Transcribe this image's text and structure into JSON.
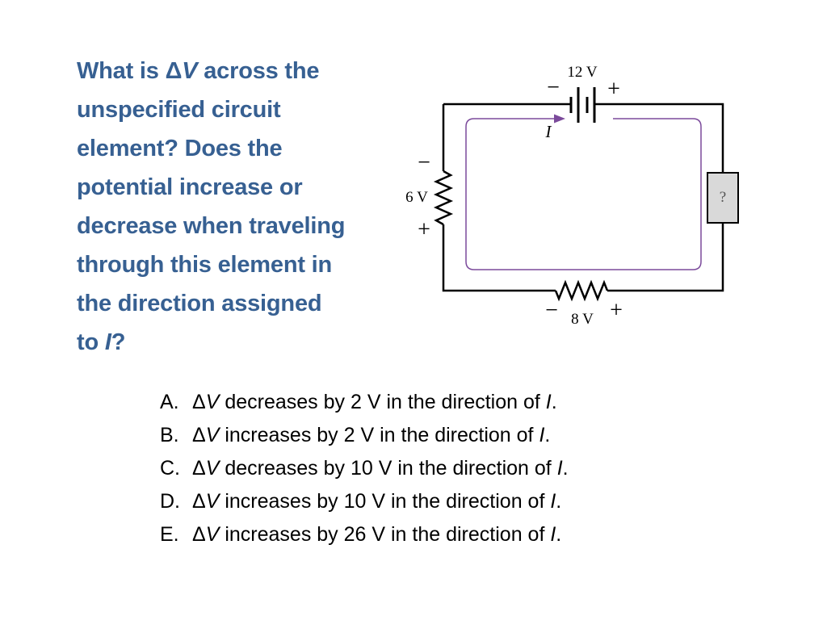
{
  "question": {
    "line1_pre": "What is ",
    "delta": "Δ",
    "V": "V",
    "line1_post": " across the",
    "line2": "unspecified circuit",
    "line3": "element? Does the",
    "line4": "potential increase or",
    "line5": "decrease when traveling",
    "line6": "through this element in",
    "line7": "the direction assigned",
    "line8_pre": "to ",
    "I": "I",
    "line8_post": "?"
  },
  "circuit": {
    "battery_label": "12 V",
    "battery_minus": "−",
    "battery_plus": "+",
    "current_label": "I",
    "left_resistor_label": "6 V",
    "left_minus": "−",
    "left_plus": "+",
    "unknown_label": "?",
    "bottom_resistor_label": "8 V",
    "bottom_minus": "−",
    "bottom_plus": "+",
    "colors": {
      "wire": "#000000",
      "current_path": "#7b4a9b",
      "unknown_fill": "#d9d9d9"
    }
  },
  "options": [
    {
      "letter": "A.",
      "delta": "Δ",
      "V": "V",
      "text": " decreases by 2 V in the direction of ",
      "I": "I",
      "end": "."
    },
    {
      "letter": "B.",
      "delta": "Δ",
      "V": "V",
      "text": " increases by 2 V in the direction of ",
      "I": "I",
      "end": "."
    },
    {
      "letter": "C.",
      "delta": "Δ",
      "V": "V",
      "text": " decreases by 10 V in the direction of ",
      "I": "I",
      "end": "."
    },
    {
      "letter": "D.",
      "delta": "Δ",
      "V": "V",
      "text": " increases by 10 V in the direction of ",
      "I": "I",
      "end": "."
    },
    {
      "letter": "E.",
      "delta": "Δ",
      "V": "V",
      "text": " increases by 26 V in the direction of ",
      "I": "I",
      "end": "."
    }
  ],
  "colors": {
    "question_text": "#376092",
    "option_text": "#000000"
  }
}
